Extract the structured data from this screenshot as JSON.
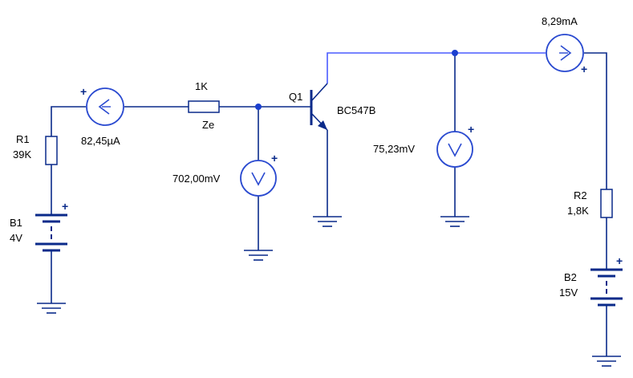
{
  "colors": {
    "wire": "#0a2a8a",
    "collector_wire": "#4a5cff",
    "junction": "#1a3fcf",
    "component_fill": "#ffffff",
    "meter_fill": "#ffffff",
    "meter_stroke": "#2a4ad0"
  },
  "components": {
    "r1": {
      "name": "R1",
      "value": "39K"
    },
    "b1": {
      "name": "B1",
      "value": "4V"
    },
    "ammeter_base": {
      "reading": "82,45µA",
      "symbol": "A",
      "polarity": "+"
    },
    "rbase": {
      "value": "1K",
      "label": "Ze"
    },
    "voltmeter_base": {
      "reading": "702,00mV",
      "symbol": "V",
      "polarity": "+"
    },
    "q1": {
      "name": "Q1",
      "model": "BC547B"
    },
    "voltmeter_collector": {
      "reading": "75,23mV",
      "symbol": "V",
      "polarity": "+"
    },
    "ammeter_collector": {
      "reading": "8,29mA",
      "symbol": "A",
      "polarity": "+"
    },
    "r2": {
      "name": "R2",
      "value": "1,8K"
    },
    "b2": {
      "name": "B2",
      "value": "15V"
    },
    "battery_polarity": "+"
  }
}
